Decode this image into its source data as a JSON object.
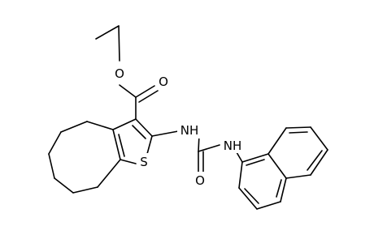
{
  "molecule": {
    "atoms": [
      {
        "id": "o_ether",
        "symbol": "O"
      },
      {
        "id": "o_carbonyl_ester",
        "symbol": "O"
      },
      {
        "id": "s_thiophene",
        "symbol": "S"
      },
      {
        "id": "nh_thiophene",
        "symbol": "NH"
      },
      {
        "id": "nh_naphthyl",
        "symbol": "NH"
      },
      {
        "id": "o_urea",
        "symbol": "O"
      }
    ]
  },
  "colors": {
    "bond": "#000000",
    "label": "#000000",
    "background": "#ffffff"
  }
}
